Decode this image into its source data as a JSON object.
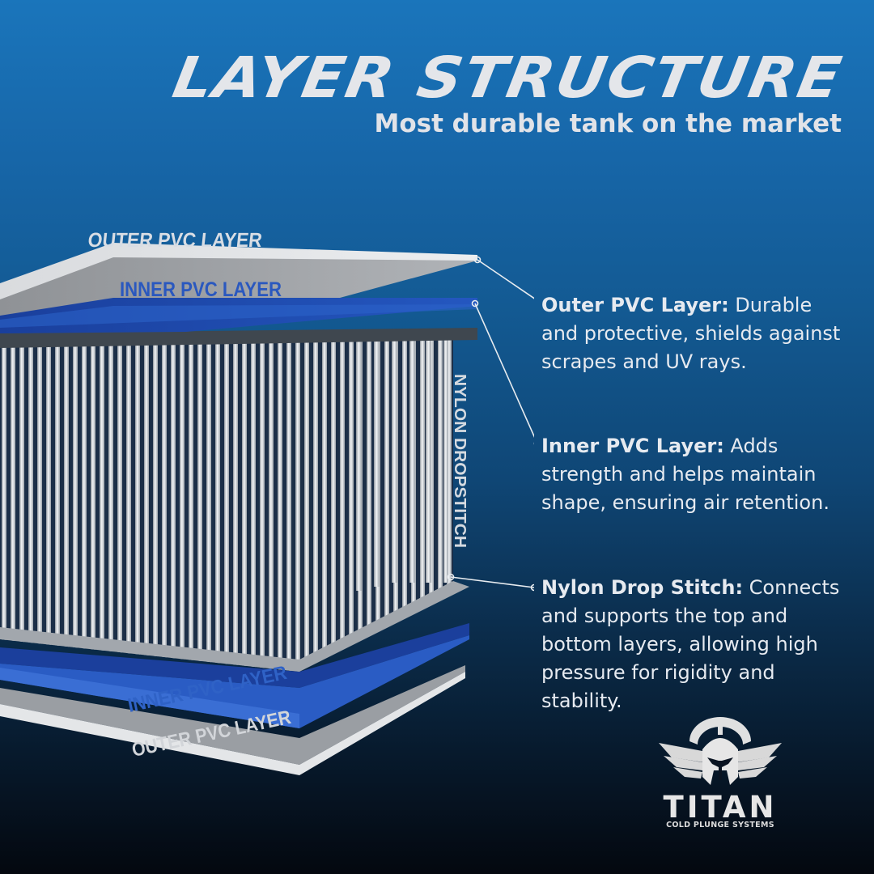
{
  "header": {
    "title": "LAYER STRUCTURE",
    "subtitle": "Most durable tank on the market"
  },
  "illustration": {
    "labels": {
      "outer_top": "OUTER PVC LAYER",
      "inner_top": "INNER PVC LAYER",
      "dropstitch": "NYLON DROPSTITCH",
      "inner_bottom": "INNER PVC LAYER",
      "outer_bottom": "OUTER PVC LAYER"
    }
  },
  "descriptions": [
    {
      "term": "Outer PVC Layer:",
      "text": " Durable and protective, shields against scrapes and UV rays."
    },
    {
      "term": "Inner PVC Layer:",
      "text": " Adds strength and helps maintain shape, ensuring air retention."
    },
    {
      "term": "Nylon Drop Stitch:",
      "text": " Connects and supports the top and bottom layers, allowing high pressure for rigidity and stability."
    }
  ],
  "brand": {
    "name": "TITAN",
    "tagline": "COLD PLUNGE SYSTEMS"
  },
  "colors": {
    "bg_top": "#1a75bb",
    "bg_bottom": "#04080f",
    "pvc_outer": "#bfc2c6",
    "pvc_inner": "#1d4fb0",
    "text": "#e6eaf0"
  }
}
